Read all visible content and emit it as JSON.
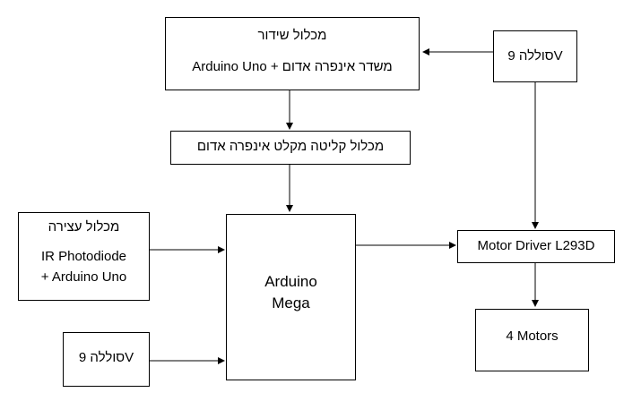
{
  "colors": {
    "line": "#000000",
    "background": "#ffffff"
  },
  "nodes": {
    "transmit": {
      "title": "מכלול שידור",
      "subtitle": "Arduino Uno + משדר אינפרה אדום"
    },
    "battery_top": {
      "label": "סוללה 9V"
    },
    "receiver": {
      "label": "מכלול קליטה מקלט אינפרה אדום"
    },
    "stop": {
      "title": "מכלול עצירה",
      "line1": "IR Photodiode",
      "line2": "+ Arduino Uno"
    },
    "mega": {
      "line1": "Arduino",
      "line2": "Mega"
    },
    "motor_driver": {
      "label": "Motor Driver L293D"
    },
    "motors": {
      "label": "4 Motors"
    },
    "battery_bottom": {
      "label": "סוללה 9V"
    }
  }
}
